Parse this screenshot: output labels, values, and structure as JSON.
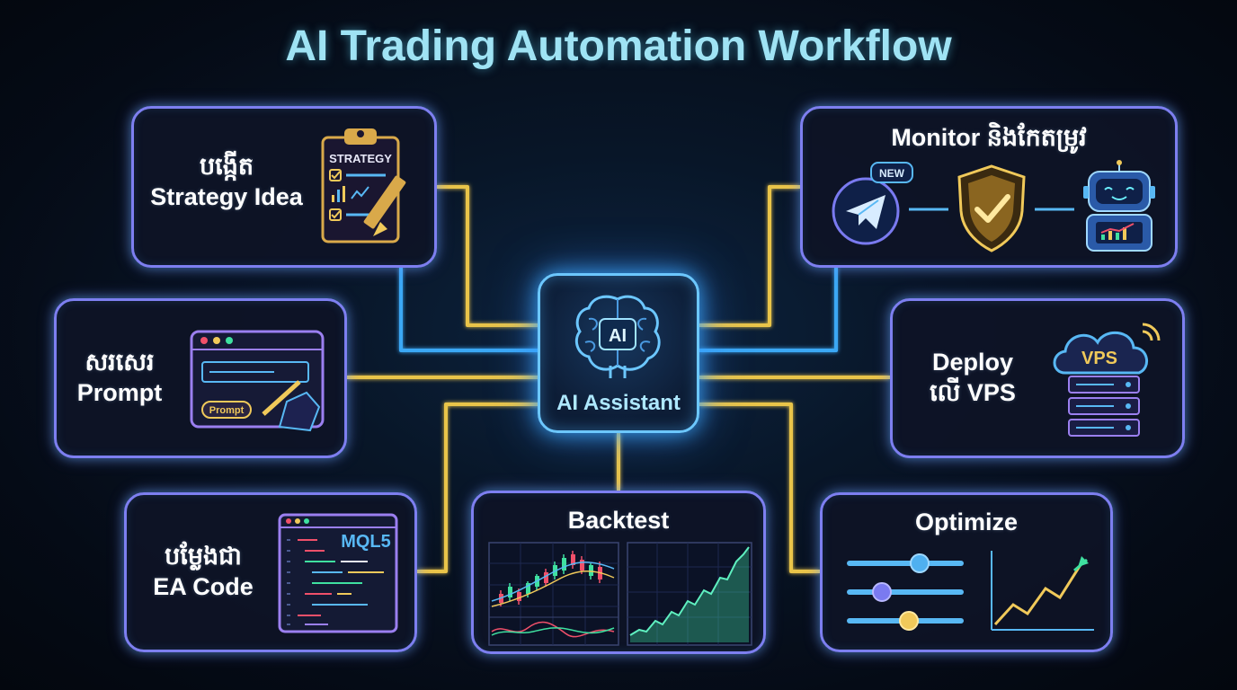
{
  "title": "AI Trading Automation Workflow",
  "hub": {
    "label": "AI Assistant",
    "chip_text": "AI"
  },
  "steps": {
    "strategy": {
      "line1": "បង្កើត",
      "line2": "Strategy Idea",
      "clipboard_text": "STRATEGY"
    },
    "prompt": {
      "line1": "សរសេរ",
      "line2": "Prompt",
      "button_text": "Prompt"
    },
    "code": {
      "line1": "បម្លែងជា",
      "line2": "EA Code",
      "code_badge": "MQL5"
    },
    "backtest": {
      "label": "Backtest"
    },
    "optimize": {
      "label": "Optimize"
    },
    "deploy": {
      "line1": "Deploy",
      "line2": "លើ VPS",
      "cloud_text": "VPS"
    },
    "monitor": {
      "label": "Monitor និងកែតម្រូវ",
      "badge_text": "NEW"
    }
  },
  "colors": {
    "title": "#9fe3f4",
    "connector_gold": "#e9c44a",
    "connector_blue": "#3aa8f5",
    "card_border": "#7d7ff0",
    "hub_border": "#6cc7ff",
    "accent_green": "#3fe0a0",
    "accent_red": "#f0506a"
  },
  "icons": [
    "clipboard-icon",
    "pencil-icon",
    "browser-window-icon",
    "hand-pen-icon",
    "code-editor-icon",
    "candlestick-chart-icon",
    "equity-curve-icon",
    "slider-icon",
    "line-chart-icon",
    "cloud-icon",
    "server-icon",
    "wifi-icon",
    "telegram-icon",
    "shield-check-icon",
    "robot-icon",
    "brain-icon"
  ]
}
